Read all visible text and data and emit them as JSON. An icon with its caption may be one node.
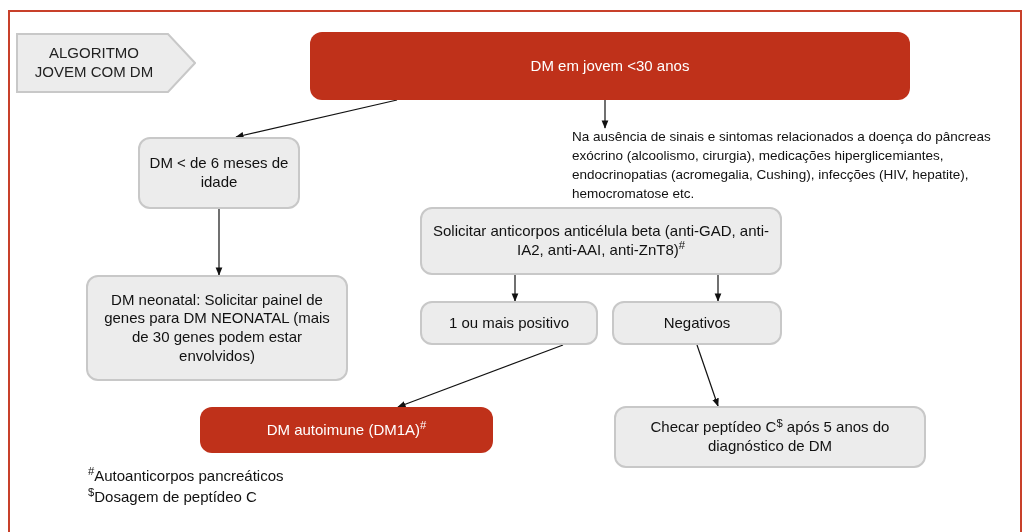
{
  "diagram": {
    "nodes": [
      {
        "text": [
          "ALGORITMO JOVEM COM DM"
        ]
      },
      {
        "text": [
          "DM em jovem <30 anos"
        ]
      },
      {
        "text": [
          "DM < de 6 meses de idade"
        ]
      },
      {
        "text": [
          "Na ausência de sinais e sintomas relacionados a doença do pâncreas exócrino (alcoolismo, cirurgia), medicações hiperglicemiantes, endocrinopatias (acromegalia, Cushing), infecções (HIV, hepatite), hemocromatose etc."
        ]
      },
      {
        "text": [
          "Solicitar anticorpos anticélula beta (anti-GAD, anti-IA2, anti-AAI, anti-ZnT8)$^{#}$"
        ]
      },
      {
        "text": [
          "DM neonatal: Solicitar painel de genes para DM NEONATAL (mais de 30 genes podem estar envolvidos)"
        ]
      },
      {
        "text": [
          "1 ou mais positivo"
        ]
      },
      {
        "text": [
          "Negativos"
        ]
      },
      {
        "text": [
          "DM autoimune (DM1A)$^{#}$"
        ]
      },
      {
        "text": [
          "Checar peptídeo C$^{$}$ após 5 anos do diagnóstico de DM"
        ]
      }
    ],
    "edges": [
      {
        "from": 1,
        "to": 2,
        "arrow": "to"
      },
      {
        "from": 1,
        "to": 3,
        "arrow": "to"
      },
      {
        "from": 2,
        "to": 5,
        "arrow": "to"
      },
      {
        "from": 4,
        "to": 6,
        "arrow": "to"
      },
      {
        "from": 4,
        "to": 7,
        "arrow": "to"
      },
      {
        "from": 6,
        "to": 8,
        "arrow": "to"
      },
      {
        "from": 7,
        "to": 9,
        "arrow": "to"
      }
    ],
    "labels": [
      "$^{#}$Autoanticorpos pancreáticos",
      "$^{$}$Dosagem de peptídeo C"
    ]
  }
}
